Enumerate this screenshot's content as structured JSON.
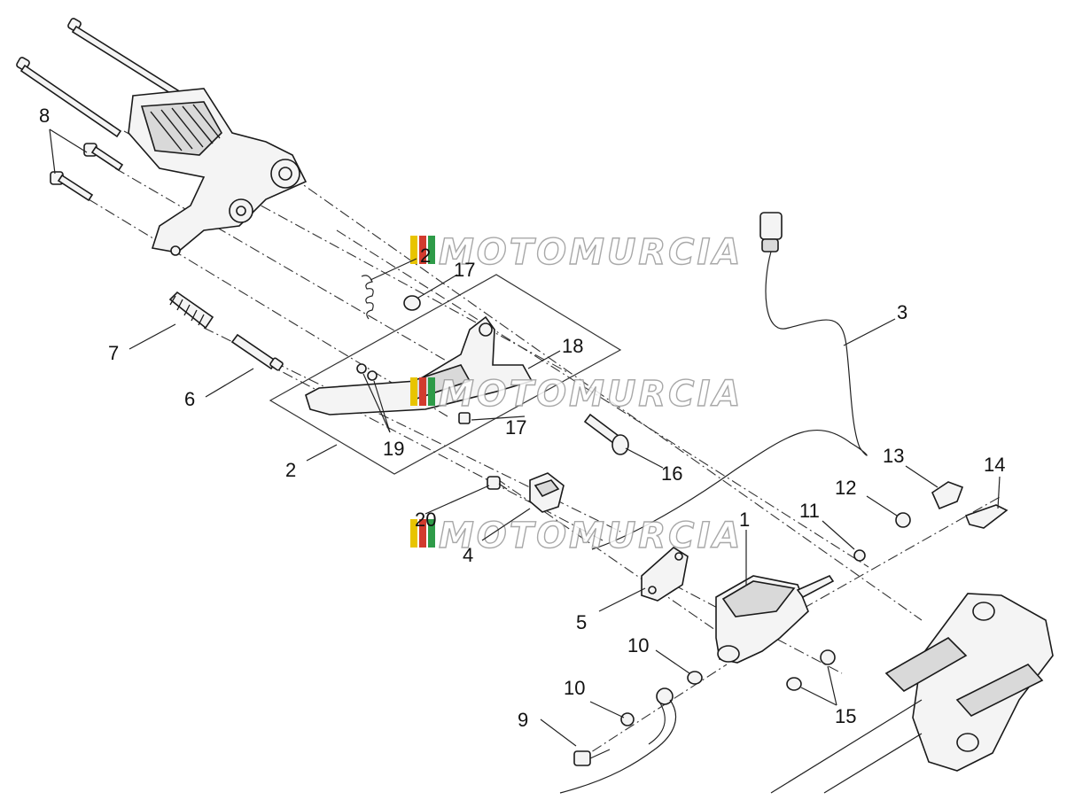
{
  "callouts": [
    {
      "id": "1",
      "text": "1"
    },
    {
      "id": "2a",
      "text": "2"
    },
    {
      "id": "2b",
      "text": "2"
    },
    {
      "id": "3",
      "text": "3"
    },
    {
      "id": "4",
      "text": "4"
    },
    {
      "id": "5",
      "text": "5"
    },
    {
      "id": "6",
      "text": "6"
    },
    {
      "id": "7",
      "text": "7"
    },
    {
      "id": "8",
      "text": "8"
    },
    {
      "id": "9",
      "text": "9"
    },
    {
      "id": "10a",
      "text": "10"
    },
    {
      "id": "10b",
      "text": "10"
    },
    {
      "id": "11",
      "text": "11"
    },
    {
      "id": "12",
      "text": "12"
    },
    {
      "id": "13",
      "text": "13"
    },
    {
      "id": "14",
      "text": "14"
    },
    {
      "id": "15",
      "text": "15"
    },
    {
      "id": "16",
      "text": "16"
    },
    {
      "id": "17a",
      "text": "17"
    },
    {
      "id": "17b",
      "text": "17"
    },
    {
      "id": "18",
      "text": "18"
    },
    {
      "id": "19",
      "text": "19"
    },
    {
      "id": "20",
      "text": "20"
    }
  ],
  "watermark": {
    "text": "MOTOMURCIA",
    "colors": [
      "#e8c400",
      "#d23b2e",
      "#2e9b48"
    ]
  }
}
